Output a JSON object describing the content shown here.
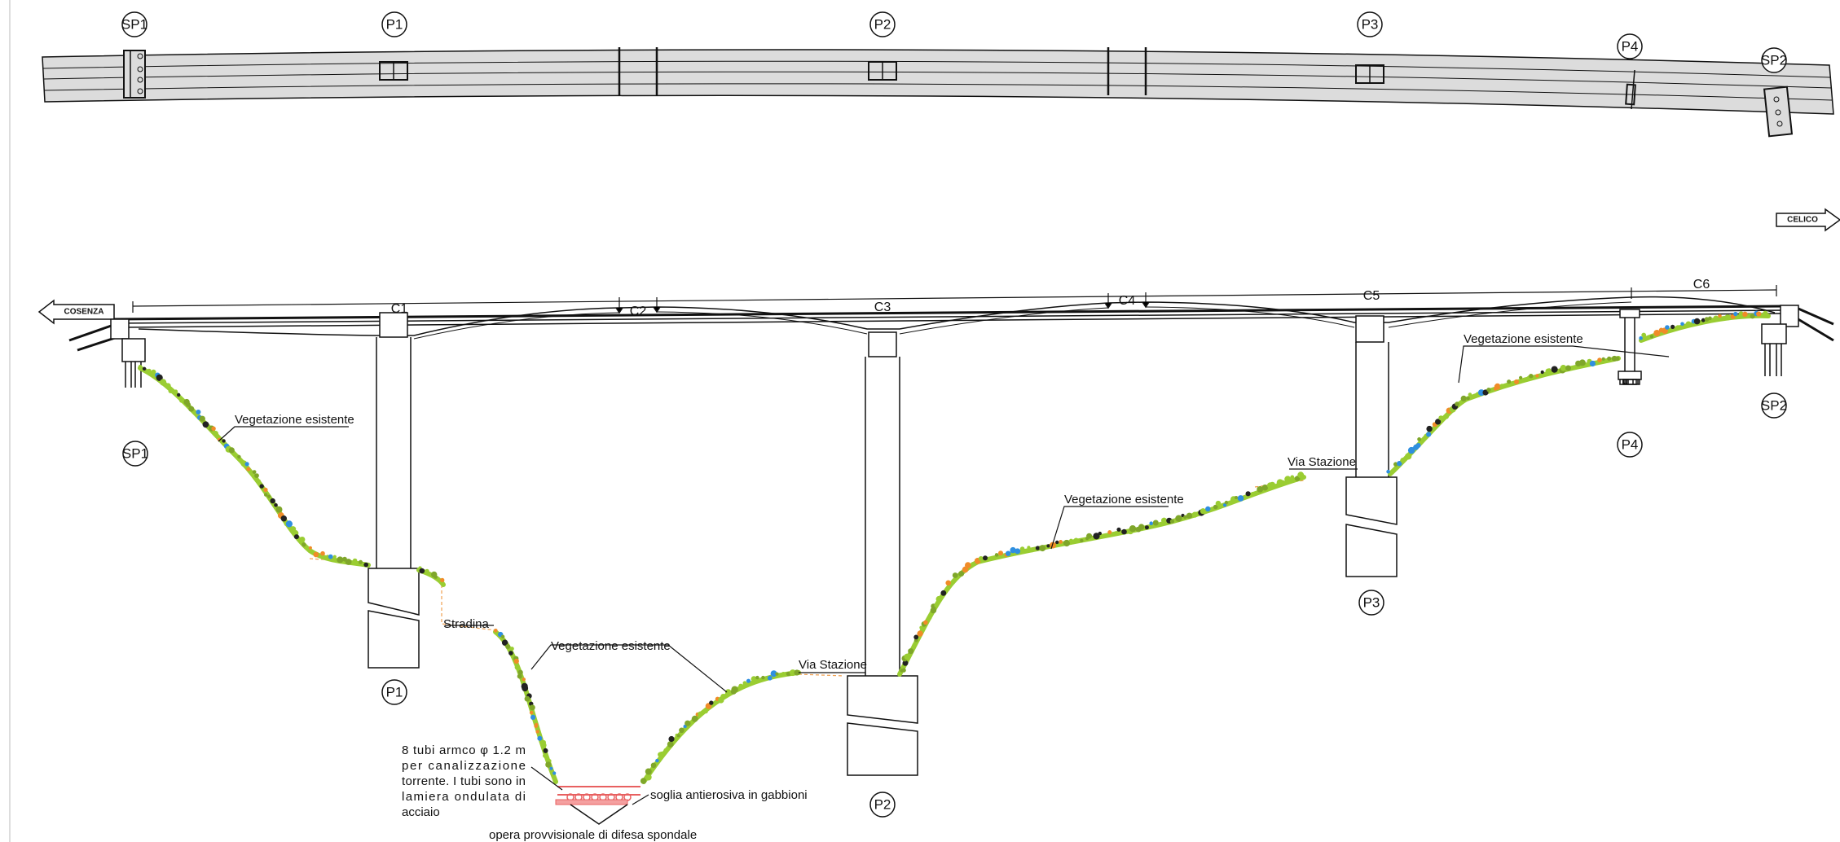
{
  "plan": {
    "labels": {
      "sp1": "SP1",
      "p1": "P1",
      "p2": "P2",
      "p3": "P3",
      "p4": "P4",
      "sp2": "SP2"
    }
  },
  "elevation": {
    "directions": {
      "left": "COSENZA",
      "right": "CELICO"
    },
    "spans": {
      "c1": "C1",
      "c2": "C2",
      "c3": "C3",
      "c4": "C4",
      "c5": "C5",
      "c6": "C6"
    },
    "supports": {
      "sp1": "SP1",
      "p1": "P1",
      "p2": "P2",
      "p3": "P3",
      "p4": "P4",
      "sp2": "SP2"
    },
    "notes": {
      "veg1": "Vegetazione esistente",
      "veg2": "Vegetazione esistente",
      "veg3": "Vegetazione esistente",
      "veg4": "Vegetazione esistente",
      "stradina": "Stradina",
      "via1": "Via Stazione",
      "via2": "Via Stazione",
      "pipes": [
        "8 tubi armco  φ 1.2 m",
        "per  canalizzazione",
        "torrente. I tubi sono in",
        "lamiera  ondulata  di",
        "acciaio"
      ],
      "soglia": "soglia antierosiva in gabbioni",
      "opera": "opera provvisionale di difesa spondale"
    }
  },
  "colors": {
    "line": "#111111",
    "deck_fill": "#dcdcdc",
    "veg_green": "#9acd32",
    "veg_olive": "#7fa62a",
    "veg_orange": "#f08c28",
    "veg_blue": "#2f8fe0",
    "veg_dark": "#222222",
    "ground_dash": "#f0a050",
    "gabion_red": "#e86060"
  }
}
